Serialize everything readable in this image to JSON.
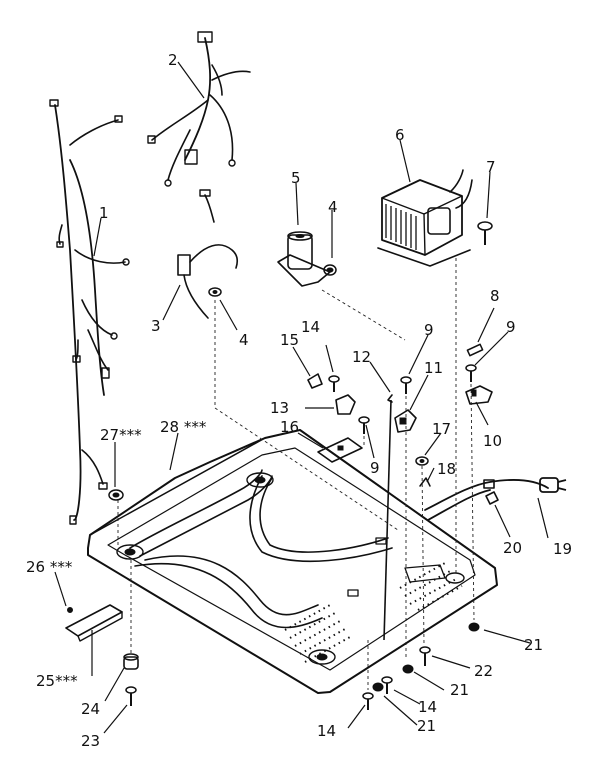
{
  "diagram": {
    "callouts": [
      {
        "id": "c1",
        "label": "1"
      },
      {
        "id": "c2",
        "label": "2"
      },
      {
        "id": "c3",
        "label": "3"
      },
      {
        "id": "c4a",
        "label": "4"
      },
      {
        "id": "c4b",
        "label": "4"
      },
      {
        "id": "c5",
        "label": "5"
      },
      {
        "id": "c6",
        "label": "6"
      },
      {
        "id": "c7",
        "label": "7"
      },
      {
        "id": "c8",
        "label": "8"
      },
      {
        "id": "c9a",
        "label": "9"
      },
      {
        "id": "c9b",
        "label": "9"
      },
      {
        "id": "c9c",
        "label": "9"
      },
      {
        "id": "c10",
        "label": "10"
      },
      {
        "id": "c11",
        "label": "11"
      },
      {
        "id": "c12",
        "label": "12"
      },
      {
        "id": "c13",
        "label": "13"
      },
      {
        "id": "c14a",
        "label": "14"
      },
      {
        "id": "c14b",
        "label": "14"
      },
      {
        "id": "c14c",
        "label": "14"
      },
      {
        "id": "c15",
        "label": "15"
      },
      {
        "id": "c16",
        "label": "16"
      },
      {
        "id": "c17",
        "label": "17"
      },
      {
        "id": "c18",
        "label": "18"
      },
      {
        "id": "c19",
        "label": "19"
      },
      {
        "id": "c20",
        "label": "20"
      },
      {
        "id": "c21a",
        "label": "21"
      },
      {
        "id": "c21b",
        "label": "21"
      },
      {
        "id": "c21c",
        "label": "21"
      },
      {
        "id": "c22",
        "label": "22"
      },
      {
        "id": "c23",
        "label": "23"
      },
      {
        "id": "c24",
        "label": "24"
      },
      {
        "id": "c25",
        "label": "25***"
      },
      {
        "id": "c26",
        "label": "26 ***"
      },
      {
        "id": "c27",
        "label": "27***"
      },
      {
        "id": "c28",
        "label": "28 ***"
      }
    ]
  }
}
